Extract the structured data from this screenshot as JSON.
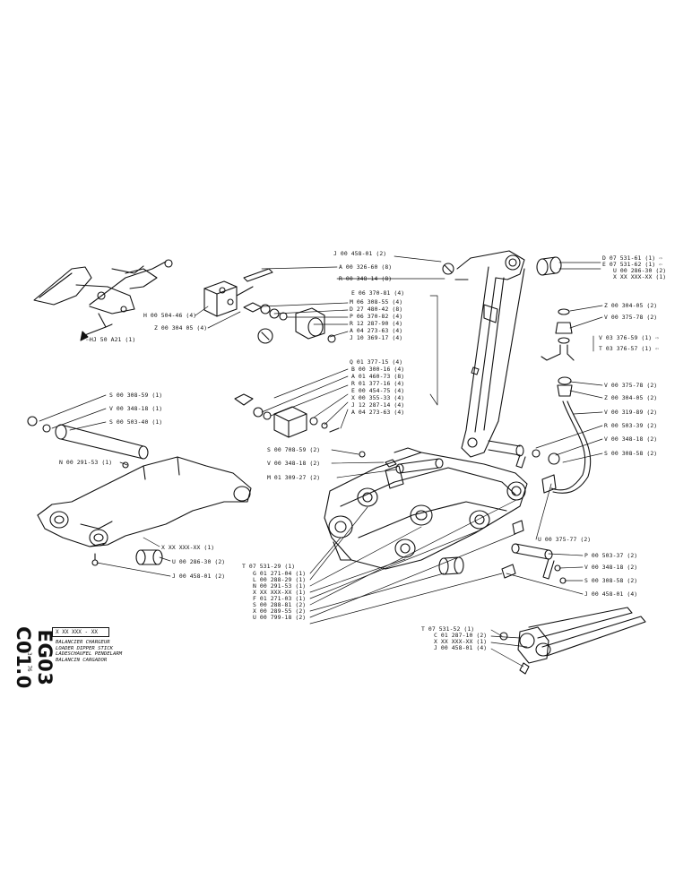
{
  "document": {
    "drawing_code": "EG03 C01.0",
    "sheet_number": "3 - 76",
    "serial_box": "X XX  XXX - XX",
    "titles": [
      "BALANCIER CHARGEUR",
      "LOADER DIPPER STICK",
      "LADESCHAUFEL PENDELARM",
      "BALANCIN CARGADOR"
    ]
  },
  "labels": [
    {
      "id": "j00458-01-top",
      "text": "J 00 458-01 (2)"
    },
    {
      "id": "a00326-60",
      "text": "A 00 326-60 (8)"
    },
    {
      "id": "r00348-14",
      "text": "R 00 348-14 (8)"
    },
    {
      "id": "d07531-61",
      "text": "D 07 531-61 (1) ⇨"
    },
    {
      "id": "e07531-62",
      "text": "E 07 531-62 (1) ⇦"
    },
    {
      "id": "u00286-30-top",
      "text": "U 00 286-30 (2)"
    },
    {
      "id": "xxx-top",
      "text": "X XX XXX-XX (1)"
    },
    {
      "id": "e06370-81",
      "text": "E 06 370-81 (4)"
    },
    {
      "id": "m06308-55",
      "text": "M 06 308-55 (4)"
    },
    {
      "id": "d27480-42",
      "text": "D 27 480-42 (8)"
    },
    {
      "id": "p06370-82",
      "text": "P 06 370-82 (4)"
    },
    {
      "id": "r12287-90",
      "text": "R 12 287-90 (4)"
    },
    {
      "id": "a04273-63-a",
      "text": "A 04 273-63 (4)"
    },
    {
      "id": "j10369-17",
      "text": "J 10 369-17 (4)"
    },
    {
      "id": "h00504-46",
      "text": "H 00 504-46 (4)"
    },
    {
      "id": "z00304-05-a",
      "text": "Z 00 304 05 (4)"
    },
    {
      "id": "hj50a21",
      "text": "⇦HJ 50 A21 (1)"
    },
    {
      "id": "z00304-05-r1",
      "text": "Z 00 304-05 (2)"
    },
    {
      "id": "v00375-78-r1",
      "text": "V 00 375-78 (2)"
    },
    {
      "id": "v03376-59",
      "text": "V 03 376-59 (1) ⇨"
    },
    {
      "id": "t03376-57",
      "text": "T 03 376-57 (1) ⇦"
    },
    {
      "id": "q01377-15",
      "text": "Q 01 377-15 (4)"
    },
    {
      "id": "b00300-16",
      "text": "B 00 300-16 (4)"
    },
    {
      "id": "a01460-73",
      "text": "A 01 460-73 (8)"
    },
    {
      "id": "r01377-16",
      "text": "R 01 377-16 (4)"
    },
    {
      "id": "e00454-75",
      "text": "E 00 454-75 (4)"
    },
    {
      "id": "x00355-33",
      "text": "X 00 355-33 (4)"
    },
    {
      "id": "j12287-14",
      "text": "J 12 287-14 (4)"
    },
    {
      "id": "a04273-63-b",
      "text": "A 04 273-63 (4)"
    },
    {
      "id": "v00375-78-r2",
      "text": "V 00 375-78 (2)"
    },
    {
      "id": "z00304-05-r2",
      "text": "Z 00 304-05 (2)"
    },
    {
      "id": "v00319-89",
      "text": "V 00 319-89 (2)"
    },
    {
      "id": "r00503-39",
      "text": "R 00 503-39 (2)"
    },
    {
      "id": "v00348-18-r1",
      "text": "V 00 348-18 (2)"
    },
    {
      "id": "s00308-58-r1",
      "text": "S 00 308-58 (2)"
    },
    {
      "id": "s00308-59",
      "text": "S 00 308-59 (1)"
    },
    {
      "id": "v00348-18-l",
      "text": "V 00 348-18 (1)"
    },
    {
      "id": "s00503-40",
      "text": "S 00 503-40 (1)"
    },
    {
      "id": "s00708-59",
      "text": "S 00 708-59 (2)"
    },
    {
      "id": "v00348-18-m",
      "text": "V 00 348-18 (2)"
    },
    {
      "id": "m01309-27",
      "text": "M 01 309-27 (2)"
    },
    {
      "id": "n00291-53-l",
      "text": "N 00 291-53 (1)"
    },
    {
      "id": "xxx-mid",
      "text": "X XX XXX-XX (1)"
    },
    {
      "id": "u00286-30-mid",
      "text": "U 00 286-30 (2)"
    },
    {
      "id": "j00458-01-mid",
      "text": "J 00 458-01 (2)"
    },
    {
      "id": "u00375-77",
      "text": "U 00 375-77 (2)"
    },
    {
      "id": "p00503-37",
      "text": "P 00 503-37 (2)"
    },
    {
      "id": "v00348-18-r2",
      "text": "V 00 348-18 (2)"
    },
    {
      "id": "s00308-58-r2",
      "text": "S 00 308-58 (2)"
    },
    {
      "id": "j00458-01-r",
      "text": "J 00 458-01 (4)"
    },
    {
      "id": "t07531-29",
      "text": "T 07 531-29 (1)"
    },
    {
      "id": "g01271-04",
      "text": "G 01 271-04 (1)"
    },
    {
      "id": "l00288-29",
      "text": "L 00 288-29 (1)"
    },
    {
      "id": "n00291-53-b",
      "text": "N 00 291-53 (1)"
    },
    {
      "id": "xxx-bot",
      "text": "X XX XXX-XX (1)"
    },
    {
      "id": "f01271-03",
      "text": "F 01 271-03 (1)"
    },
    {
      "id": "s00288-81",
      "text": "S 00 288-81 (2)"
    },
    {
      "id": "x00289-55",
      "text": "X 00 289-55 (2)"
    },
    {
      "id": "u00799-18",
      "text": "U 00 799-18 (2)"
    },
    {
      "id": "t07531-52",
      "text": "T 07 531-52 (1)"
    },
    {
      "id": "c01287-10",
      "text": "C 01 287-10 (2)"
    },
    {
      "id": "xxx-br",
      "text": "X XX XXX-XX (1)"
    },
    {
      "id": "j00458-01-br",
      "text": "J 00 458-01 (4)"
    }
  ]
}
